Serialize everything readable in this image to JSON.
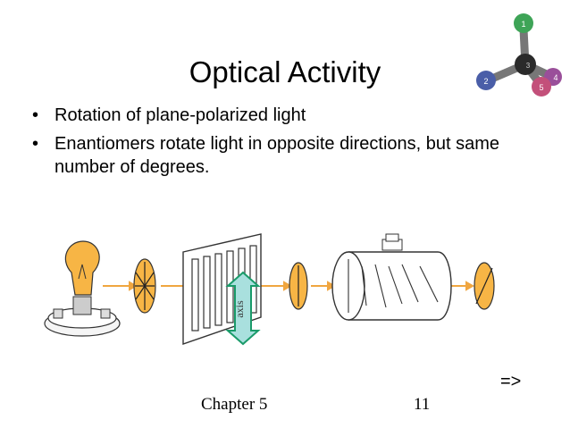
{
  "slide": {
    "title": "Optical Activity",
    "bullets": [
      "Rotation of plane-polarized light",
      "Enantiomers rotate light in opposite directions, but same number of degrees."
    ],
    "bullet_glyph": "•",
    "footer_chapter": "Chapter 5",
    "page_number": "11",
    "next_marker": "=>"
  },
  "figure": {
    "axis_label": "axis",
    "molecule_labels": [
      "1",
      "2",
      "3",
      "4",
      "5"
    ],
    "colors": {
      "light_beam": "#f0a640",
      "filter_fill": "#f7b545",
      "axis_arrow": "#1a9b6a",
      "axis_arrow_light": "#a9e0de",
      "atom_green": "#3ea457",
      "atom_blue": "#4a5ea8",
      "atom_purple": "#9a4f9a",
      "atom_pink": "#c3507a",
      "carbon": "#2a2a2a"
    }
  }
}
